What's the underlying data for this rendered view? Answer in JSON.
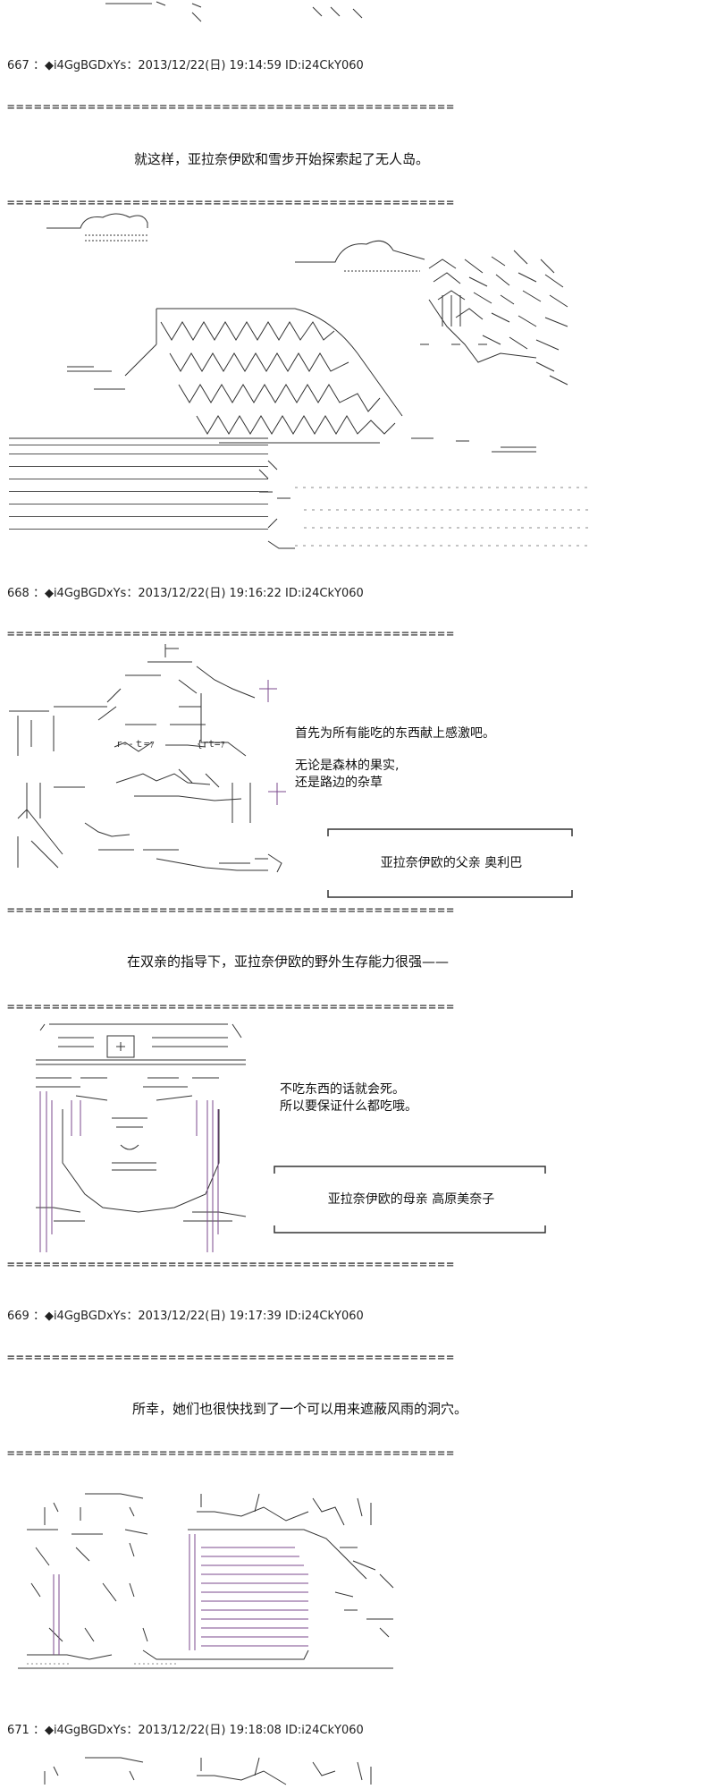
{
  "colors": {
    "text": "#111111",
    "line": "#333333",
    "ascii_art_purple": "#7b4a8c",
    "background": "#ffffff"
  },
  "separator": "==================================================",
  "posts": [
    {
      "header": "667 ：◆i4GgBGDxYs：2013/12/22(日) 19:14:59 ID:i24CkY060",
      "narration": "就这样，亚拉奈伊欧和雪步开始探索起了无人岛。"
    },
    {
      "header": "668 ：◆i4GgBGDxYs：2013/12/22(日) 19:16:22 ID:i24CkY060",
      "father_caption_1": "首先为所有能吃的东西献上感激吧。",
      "father_caption_2": "无论是森林的果实,",
      "father_caption_3": "还是路边的杂草",
      "father_label": "亚拉奈伊欧的父亲  奥利巴",
      "narration": "在双亲的指导下，亚拉奈伊欧的野外生存能力很强——",
      "mother_caption_1": "不吃东西的话就会死。",
      "mother_caption_2": "所以要保证什么都吃哦。",
      "mother_label": "亚拉奈伊欧的母亲  高原美奈子"
    },
    {
      "header": "669 ：◆i4GgBGDxYs：2013/12/22(日) 19:17:39 ID:i24CkY060",
      "narration": "所幸，她们也很快找到了一个可以用来遮蔽风雨的洞穴。"
    },
    {
      "header": "671 ：◆i4GgBGDxYs：2013/12/22(日) 19:18:08 ID:i24CkY060"
    }
  ]
}
